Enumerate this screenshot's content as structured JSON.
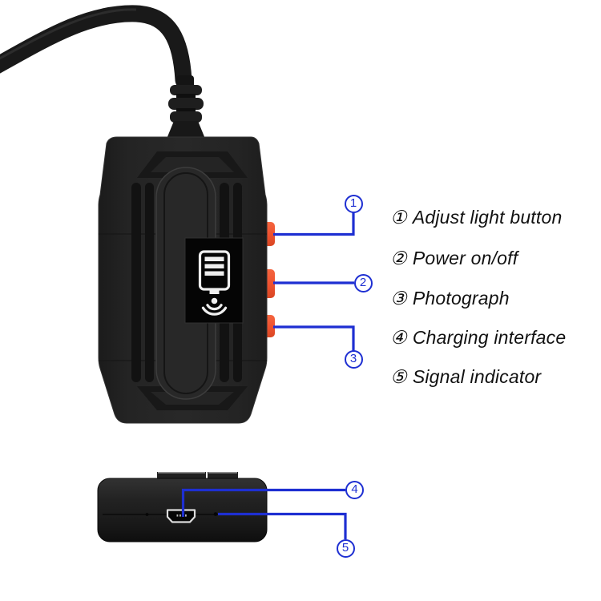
{
  "figure": {
    "type": "product-parts-diagram",
    "subject": "wifi-inspection-camera-control-box",
    "views": [
      "front-view-with-cable",
      "bottom-view"
    ]
  },
  "legend": {
    "items": [
      {
        "marker": "①",
        "text": "Adjust light button"
      },
      {
        "marker": "②",
        "text": "Power on/off"
      },
      {
        "marker": "③",
        "text": "Photograph"
      },
      {
        "marker": "④",
        "text": "Charging interface"
      },
      {
        "marker": "⑤",
        "text": "Signal indicator"
      }
    ]
  },
  "callouts": {
    "numbers": [
      "1",
      "2",
      "3",
      "4",
      "5"
    ]
  },
  "icons": {
    "panel_icon": "device-with-wifi-signal-icon",
    "port_icon": "micro-usb-port"
  },
  "colors": {
    "callout_blue": "#1e2fd2",
    "button_orange": "#ef5230",
    "device_body": "#242424",
    "panel_black": "#050505",
    "icon_white": "#efefef",
    "label_text": "#111111",
    "background": "#ffffff"
  }
}
